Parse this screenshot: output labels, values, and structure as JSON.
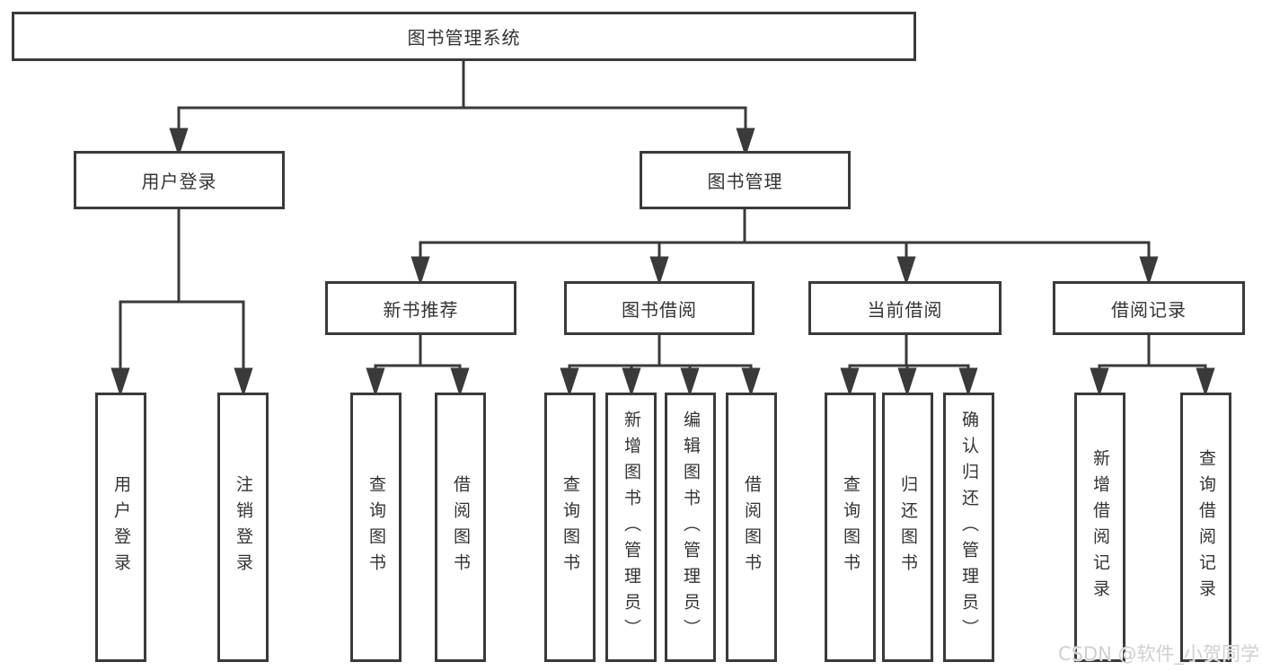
{
  "tree": {
    "label": "图书管理系统",
    "children": [
      {
        "label": "用户登录",
        "children": [
          {
            "label": "用户登录"
          },
          {
            "label": "注销登录"
          }
        ]
      },
      {
        "label": "图书管理",
        "children": [
          {
            "label": "新书推荐",
            "children": [
              {
                "label": "查询图书"
              },
              {
                "label": "借阅图书"
              }
            ]
          },
          {
            "label": "图书借阅",
            "children": [
              {
                "label": "查询图书"
              },
              {
                "label": "新增图书（管理员）"
              },
              {
                "label": "编辑图书（管理员）"
              },
              {
                "label": "借阅图书"
              }
            ]
          },
          {
            "label": "当前借阅",
            "children": [
              {
                "label": "查询图书"
              },
              {
                "label": "归还图书"
              },
              {
                "label": "确认归还（管理员）"
              }
            ]
          },
          {
            "label": "借阅记录",
            "children": [
              {
                "label": "新增借阅记录"
              },
              {
                "label": "查询借阅记录"
              }
            ]
          }
        ]
      }
    ]
  },
  "watermark": {
    "text": "CSDN @软件_小贺同学"
  },
  "colors": {
    "line": "#3a3a3a",
    "text": "#333333",
    "background": "#ffffff",
    "watermark": "#d0d0d0"
  }
}
